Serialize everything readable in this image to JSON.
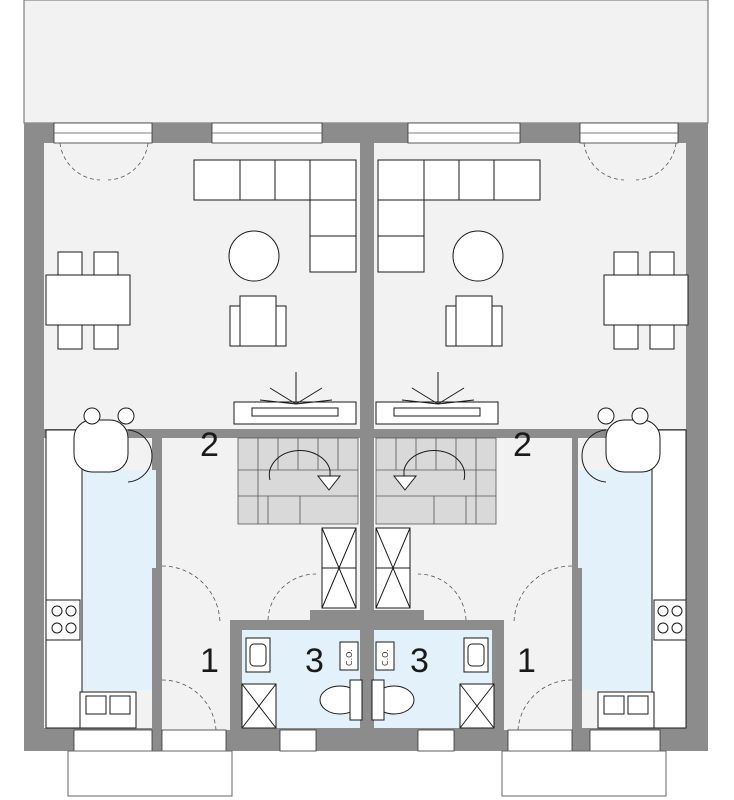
{
  "labels": {
    "left_room_2": "2",
    "right_room_2": "2",
    "left_room_1": "1",
    "right_room_1": "1",
    "left_room_3": "3",
    "right_room_3": "3",
    "left_co": "C.O.",
    "right_co": "C.O."
  },
  "colors": {
    "wall": "#8c8c8c",
    "floor": "#f2f2f2",
    "wet_area": "#e3f1fb",
    "stairs": "#d9d9d9"
  }
}
